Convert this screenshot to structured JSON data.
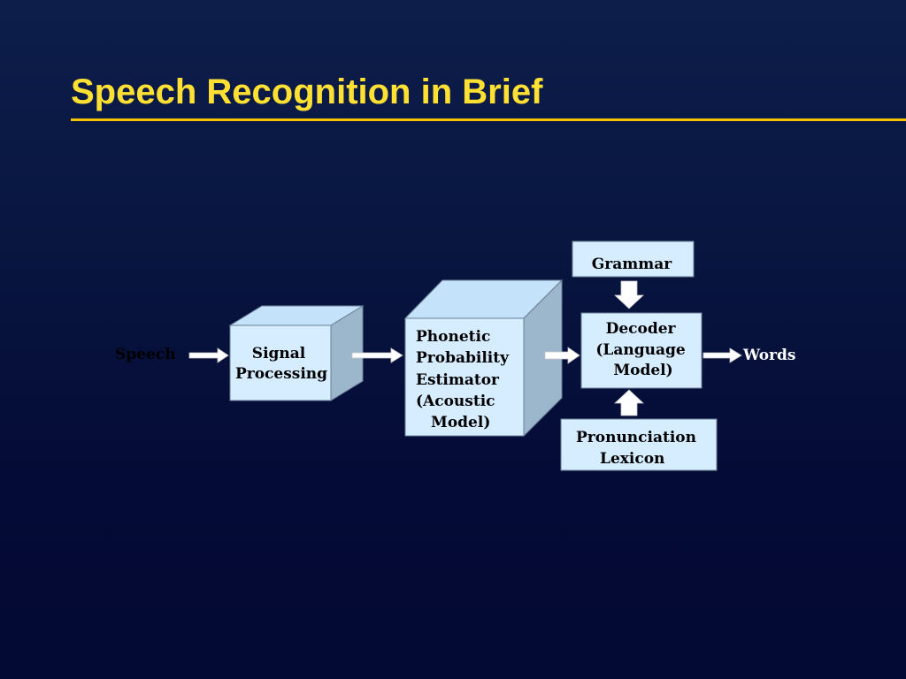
{
  "slide": {
    "title": "Speech Recognition in Brief"
  },
  "diagram": {
    "input_label": "Speech",
    "output_label": "Words",
    "signal_processing": {
      "lines": [
        "Signal",
        "Processing"
      ]
    },
    "phonetic_estimator": {
      "lines": [
        "Phonetic",
        "Probability",
        "Estimator",
        "(Acoustic",
        "Model)"
      ]
    },
    "grammar": {
      "lines": [
        "Grammar"
      ]
    },
    "decoder": {
      "lines": [
        "Decoder",
        "(Language",
        "Model)"
      ]
    },
    "pronunciation_lexicon": {
      "lines": [
        "Pronunciation",
        "Lexicon"
      ]
    }
  },
  "colors": {
    "title": "#ffe033",
    "rule": "#f2c300",
    "box_fill": "#d6ecff",
    "box_top": "#c4e3fb",
    "box_side": "#9cb6cc",
    "box_stroke": "#6a7f96",
    "box_text": "#000000",
    "arrow": "#ffffff",
    "output_text": "#ffffff",
    "input_text": "#000000"
  }
}
